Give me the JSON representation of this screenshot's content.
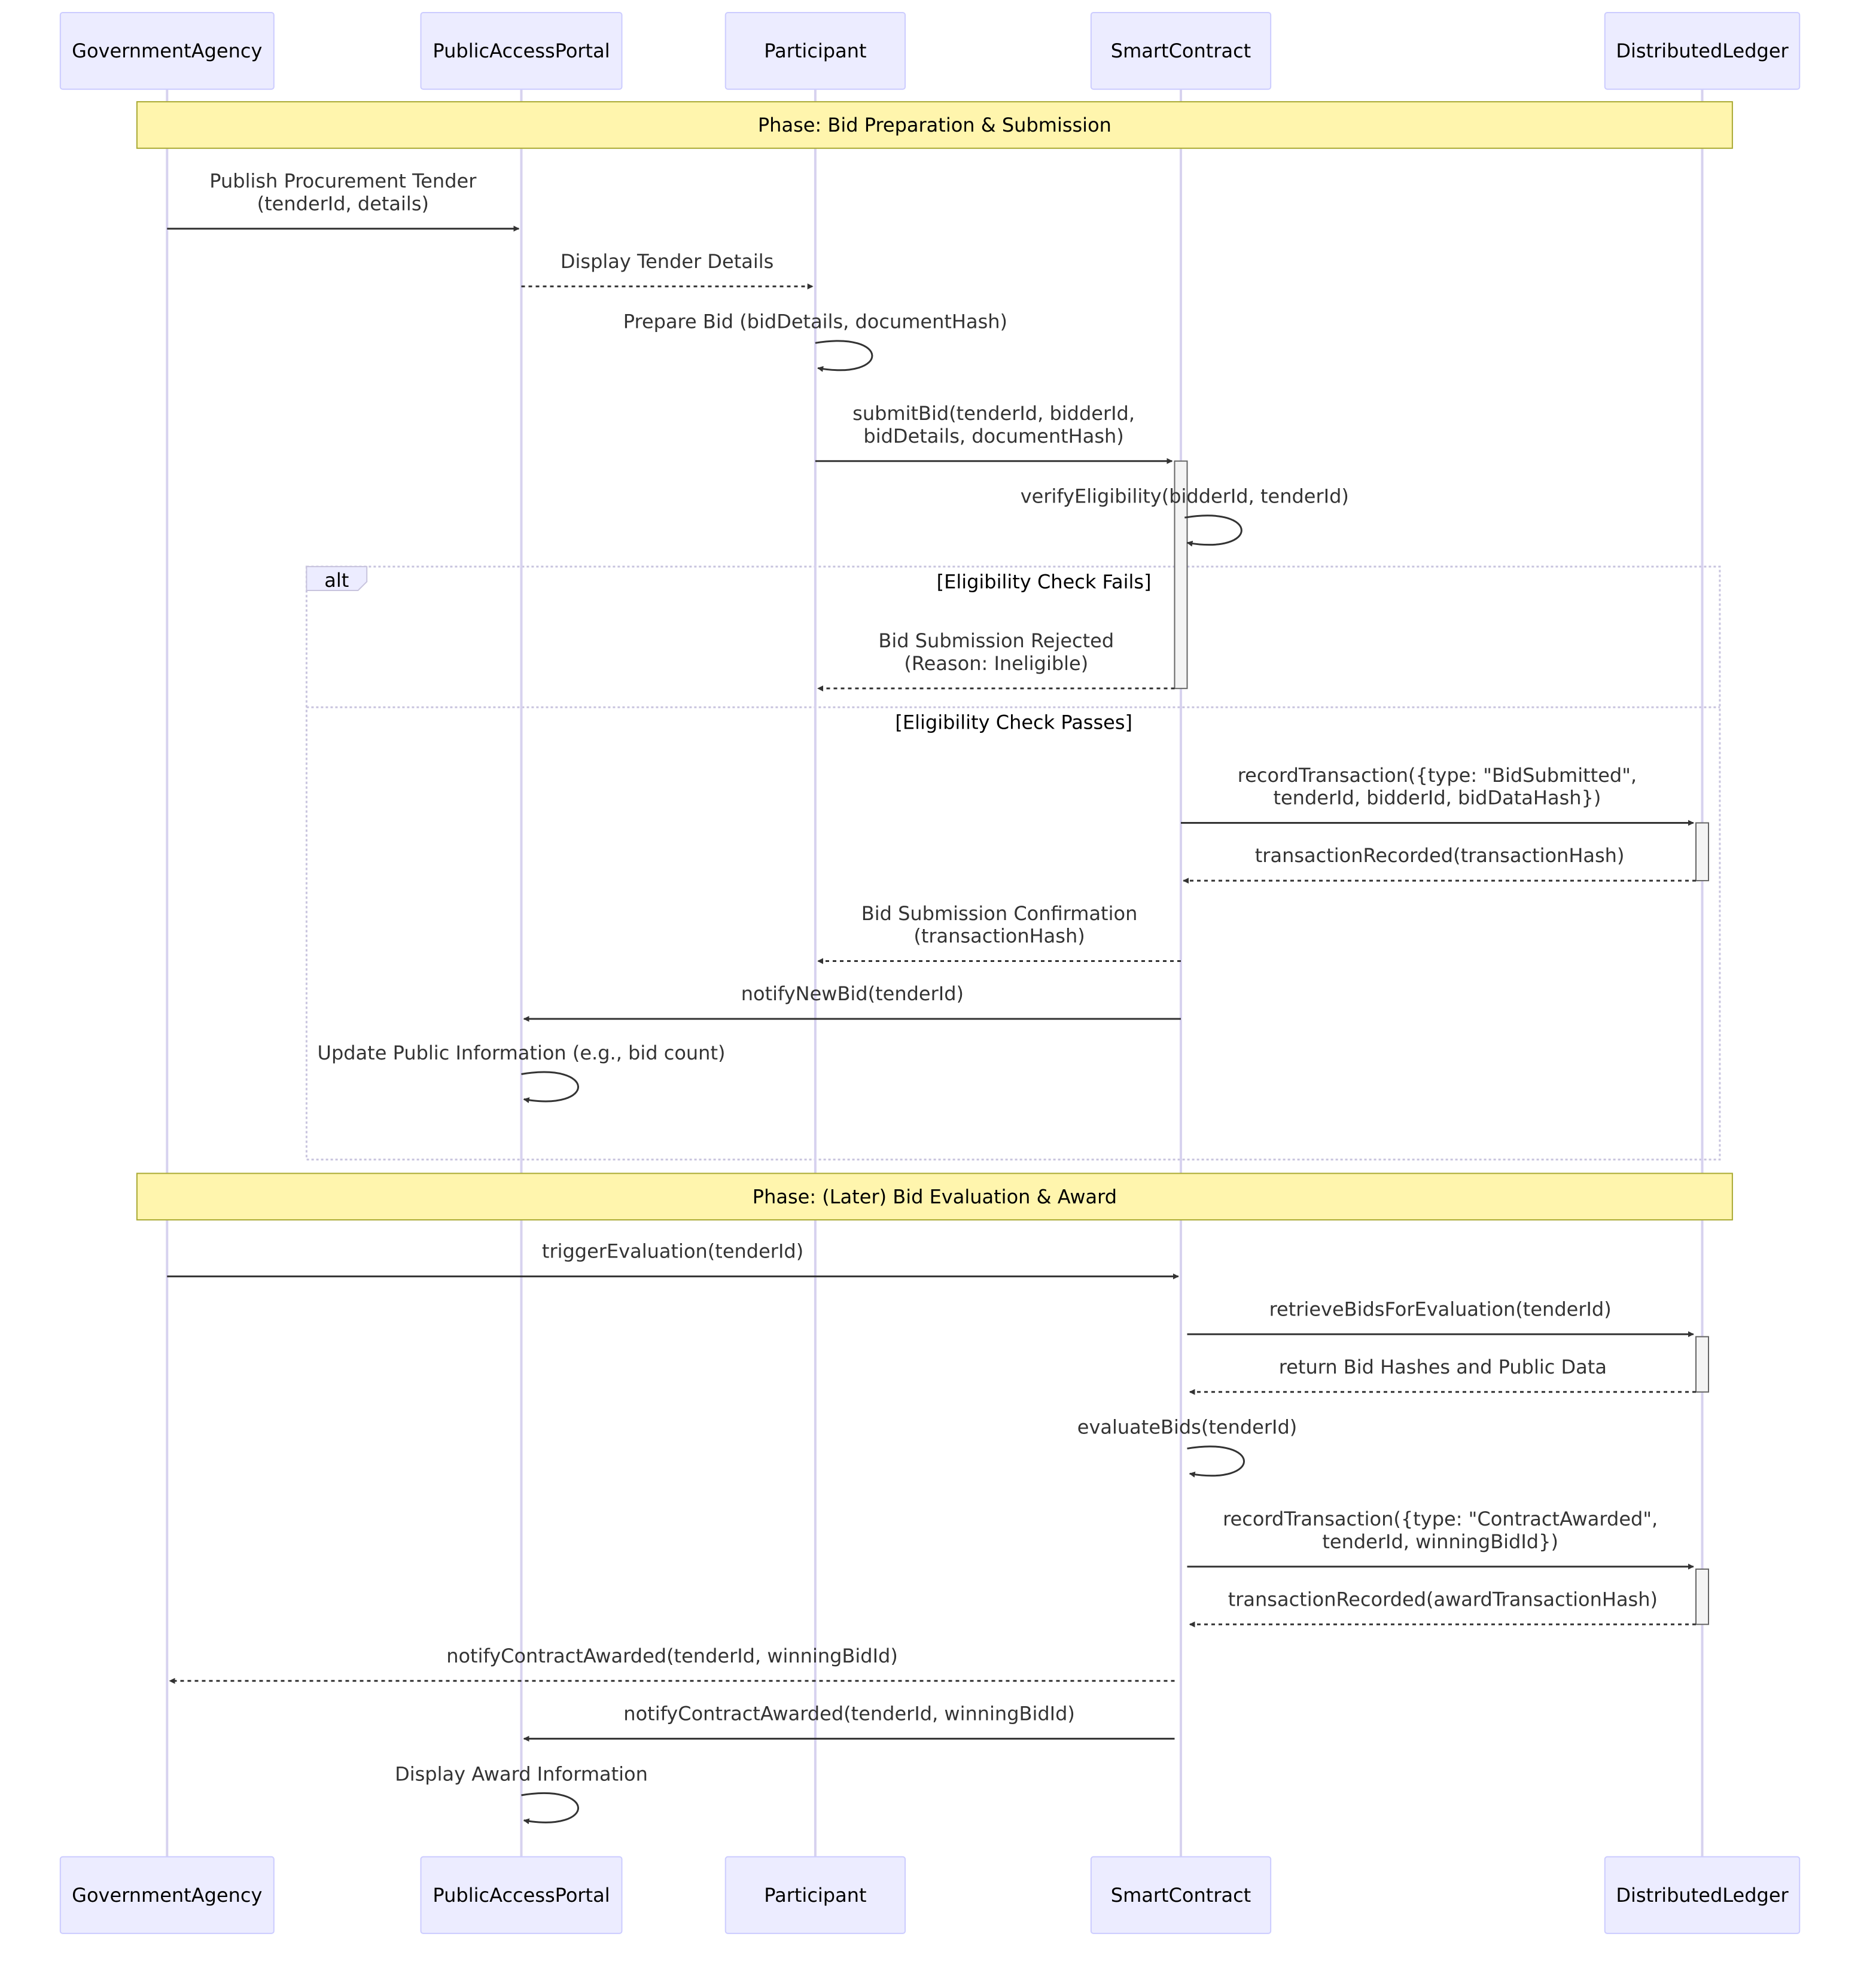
{
  "participants": [
    {
      "id": "ga",
      "label": "GovernmentAgency"
    },
    {
      "id": "pap",
      "label": "PublicAccessPortal"
    },
    {
      "id": "part",
      "label": "Participant"
    },
    {
      "id": "sc",
      "label": "SmartContract"
    },
    {
      "id": "dl",
      "label": "DistributedLedger"
    }
  ],
  "notes": [
    {
      "text": "Phase: Bid Preparation & Submission"
    },
    {
      "text": "Phase: (Later) Bid Evaluation & Award"
    }
  ],
  "alt_frame": {
    "tag": "alt",
    "condition_1": "[Eligibility Check Fails]",
    "condition_2": "[Eligibility Check Passes]"
  },
  "messages": [
    {
      "from": "ga",
      "to": "pap",
      "style": "solid",
      "lines": [
        "Publish Procurement Tender",
        "(tenderId, details)"
      ]
    },
    {
      "from": "pap",
      "to": "part",
      "style": "dashed",
      "lines": [
        "Display Tender Details"
      ]
    },
    {
      "from": "part",
      "to": "part",
      "style": "self",
      "lines": [
        "Prepare Bid (bidDetails, documentHash)"
      ]
    },
    {
      "from": "part",
      "to": "sc",
      "style": "solid",
      "lines": [
        "submitBid(tenderId, bidderId,",
        "bidDetails, documentHash)"
      ]
    },
    {
      "from": "sc",
      "to": "sc",
      "style": "self",
      "lines": [
        "verifyEligibility(bidderId, tenderId)"
      ]
    },
    {
      "from": "sc",
      "to": "part",
      "style": "dashed",
      "lines": [
        "Bid Submission Rejected",
        "(Reason: Ineligible)"
      ]
    },
    {
      "from": "sc",
      "to": "dl",
      "style": "solid",
      "lines": [
        "recordTransaction({type: \"BidSubmitted\",",
        "tenderId, bidderId, bidDataHash})"
      ]
    },
    {
      "from": "dl",
      "to": "sc",
      "style": "dashed",
      "lines": [
        "transactionRecorded(transactionHash)"
      ]
    },
    {
      "from": "sc",
      "to": "part",
      "style": "dashed",
      "lines": [
        "Bid Submission Confirmation",
        "(transactionHash)"
      ]
    },
    {
      "from": "sc",
      "to": "pap",
      "style": "solid",
      "lines": [
        "notifyNewBid(tenderId)"
      ]
    },
    {
      "from": "pap",
      "to": "pap",
      "style": "self",
      "lines": [
        "Update Public Information (e.g., bid count)"
      ]
    },
    {
      "from": "ga",
      "to": "sc",
      "style": "solid",
      "lines": [
        "triggerEvaluation(tenderId)"
      ]
    },
    {
      "from": "sc",
      "to": "dl",
      "style": "solid",
      "lines": [
        "retrieveBidsForEvaluation(tenderId)"
      ]
    },
    {
      "from": "dl",
      "to": "sc",
      "style": "dashed",
      "lines": [
        "return Bid Hashes and Public Data"
      ]
    },
    {
      "from": "sc",
      "to": "sc",
      "style": "self",
      "lines": [
        "evaluateBids(tenderId)"
      ]
    },
    {
      "from": "sc",
      "to": "dl",
      "style": "solid",
      "lines": [
        "recordTransaction({type: \"ContractAwarded\",",
        "tenderId, winningBidId})"
      ]
    },
    {
      "from": "dl",
      "to": "sc",
      "style": "dashed",
      "lines": [
        "transactionRecorded(awardTransactionHash)"
      ]
    },
    {
      "from": "sc",
      "to": "ga",
      "style": "dashed",
      "lines": [
        "notifyContractAwarded(tenderId, winningBidId)"
      ]
    },
    {
      "from": "sc",
      "to": "pap",
      "style": "solid",
      "lines": [
        "notifyContractAwarded(tenderId, winningBidId)"
      ]
    },
    {
      "from": "pap",
      "to": "pap",
      "style": "self",
      "lines": [
        "Display Award Information"
      ]
    }
  ]
}
